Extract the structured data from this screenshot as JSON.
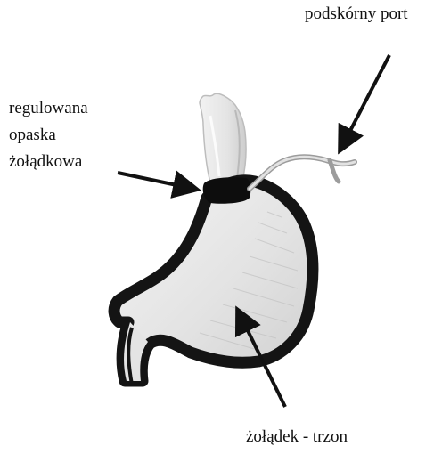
{
  "labels": {
    "port": "podskórny port",
    "band": [
      "regulowana",
      "opaska",
      "żołądkowa"
    ],
    "body": "żołądek - trzon"
  },
  "colors": {
    "ink": "#111111",
    "stomach_fill": "#ebebeb",
    "shading": "#c9c9c9",
    "background": "#ffffff"
  }
}
